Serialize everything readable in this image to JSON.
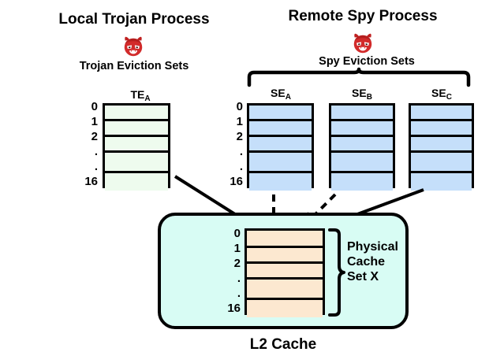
{
  "diagram": {
    "title_local": "Local Trojan Process",
    "title_remote": "Remote Spy Process",
    "subtitle_trojan": "Trojan Eviction Sets",
    "subtitle_spy": "Spy Eviction Sets",
    "l2_caption": "L2 Cache",
    "cache_set_label_line1": "Physical",
    "cache_set_label_line2": "Cache",
    "cache_set_label_line3": "Set X",
    "icon_trojan": "devil-emoji",
    "icon_spy": "devil-emoji",
    "row_indices": [
      "0",
      "1",
      "2",
      ".",
      ".",
      "16"
    ],
    "row_index_0": "0",
    "row_index_1": "1",
    "row_index_2": "2",
    "row_index_dot1": ".",
    "row_index_dot2": ".",
    "row_index_16": "16",
    "trojan_sets": [
      {
        "name": "TE",
        "subscript": "A",
        "label": "TE_A",
        "fill": "#eefbee",
        "rows": 5
      }
    ],
    "spy_sets": [
      {
        "name": "SE",
        "subscript": "A",
        "label": "SE_A",
        "fill": "#c5dffa",
        "rows": 5
      },
      {
        "name": "SE",
        "subscript": "B",
        "label": "SE_B",
        "fill": "#c5dffa",
        "rows": 5
      },
      {
        "name": "SE",
        "subscript": "C",
        "label": "SE_C",
        "fill": "#c5dffa",
        "rows": 5
      }
    ],
    "cache_set": {
      "fill": "#fce8d0",
      "rows": 5
    },
    "arrows": [
      {
        "from": "TE_A",
        "to": "physical-cache-set",
        "style": "solid"
      },
      {
        "from": "SE_A",
        "to": "physical-cache-set",
        "style": "dashed"
      },
      {
        "from": "SE_B",
        "to": "physical-cache-set",
        "style": "dashed"
      },
      {
        "from": "SE_C",
        "to": "physical-cache-set",
        "style": "solid"
      }
    ],
    "colors": {
      "trojan_fill": "#eefbee",
      "spy_fill": "#c5dffa",
      "cache_set_fill": "#fce8d0",
      "l2_fill": "#d8fcf4",
      "stroke": "#000000",
      "devil_red": "#d22b2b"
    }
  }
}
